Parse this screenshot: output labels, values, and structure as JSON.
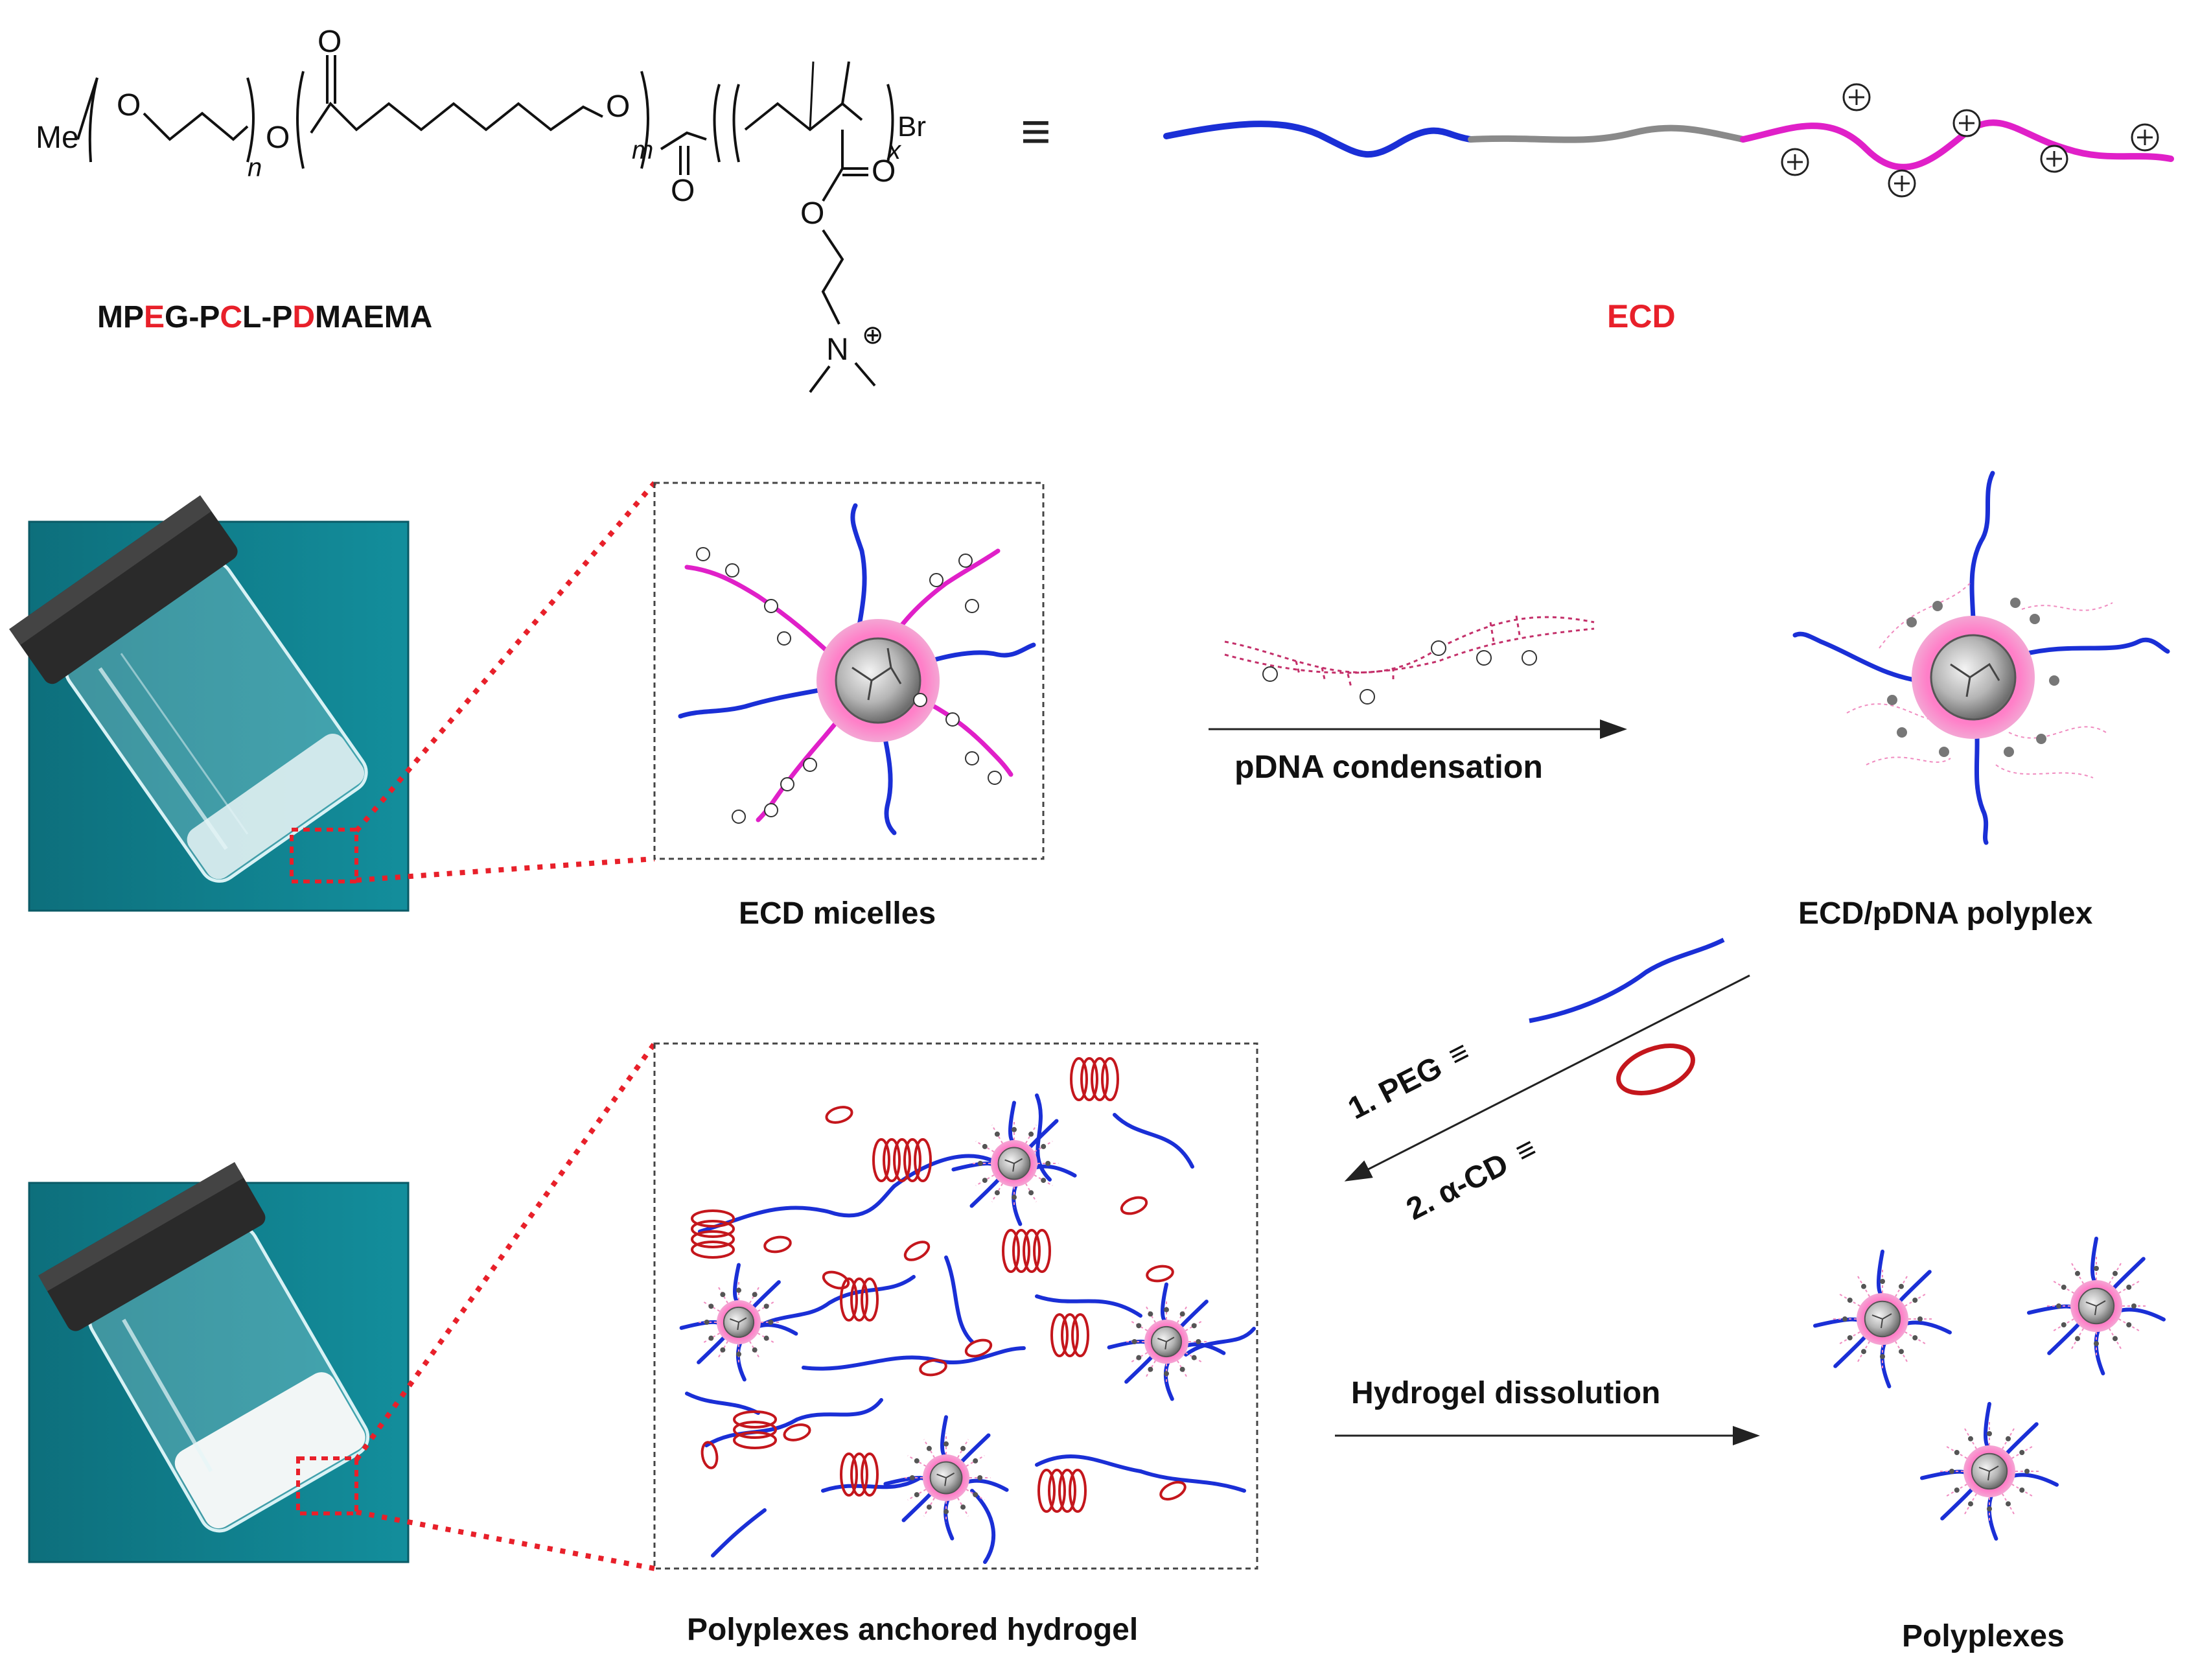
{
  "structure": {
    "atoms": {
      "methyl": "Me",
      "oxygen": "O",
      "n_sub": "n",
      "m_sub": "m",
      "x_sub": "x",
      "bromine": "Br",
      "nitrogen": "N",
      "plus": "⊕"
    },
    "equiv_symbol": "≡",
    "name_parts": [
      {
        "text": "MP",
        "color": "#111111"
      },
      {
        "text": "E",
        "color": "#e8202a"
      },
      {
        "text": "G-P",
        "color": "#111111"
      },
      {
        "text": "C",
        "color": "#e8202a"
      },
      {
        "text": "L-P",
        "color": "#111111"
      },
      {
        "text": "D",
        "color": "#e8202a"
      },
      {
        "text": "MAEMA",
        "color": "#111111"
      }
    ]
  },
  "ecd_label": "ECD",
  "labels": {
    "micelles": "ECD micelles",
    "condensation": "pDNA condensation",
    "polyplex": "ECD/pDNA polyplex",
    "peg_step": "1. PEG",
    "cd_step": "2. α-CD",
    "dissolution": "Hydrogel dissolution",
    "hydrogel": "Polyplexes anchored hydrogel",
    "polyplexes": "Polyplexes"
  },
  "colors": {
    "peg_blue": "#1a2fd6",
    "pcl_gray": "#8a8a8a",
    "pdmaema_magenta": "#e020c8",
    "cd_red": "#c4161c",
    "accent_red": "#e8202a",
    "photo_teal": "#0f7f8a"
  }
}
